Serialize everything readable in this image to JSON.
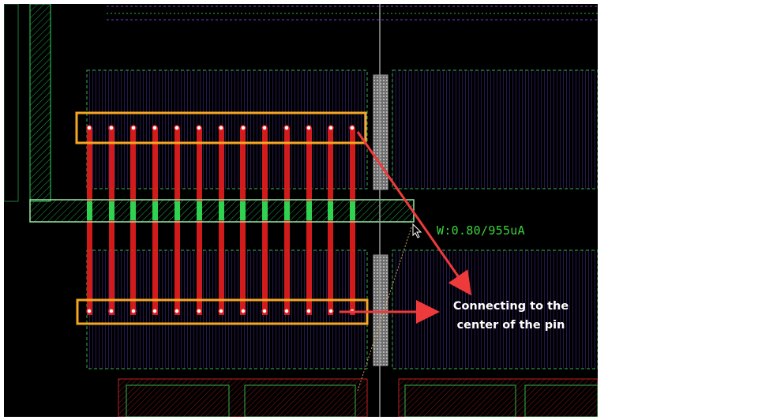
{
  "readout": {
    "wire_info": "W:0.80/955uA"
  },
  "annotation": {
    "line1": "Connecting to the",
    "line2": "center of the pin"
  },
  "colors": {
    "background": "#000000",
    "highlight_box": "#f5a623",
    "arrow": "#ee3a3a",
    "metal_red": "#e81e1e",
    "metal_green": "#22c43a",
    "metal_purple": "#7b3bd6",
    "cursor_line": "#9a9a9a",
    "readout_text": "#3bd43b"
  },
  "icons": {
    "cursor": "mouse-pointer-icon",
    "via": "via-circle-icon"
  }
}
